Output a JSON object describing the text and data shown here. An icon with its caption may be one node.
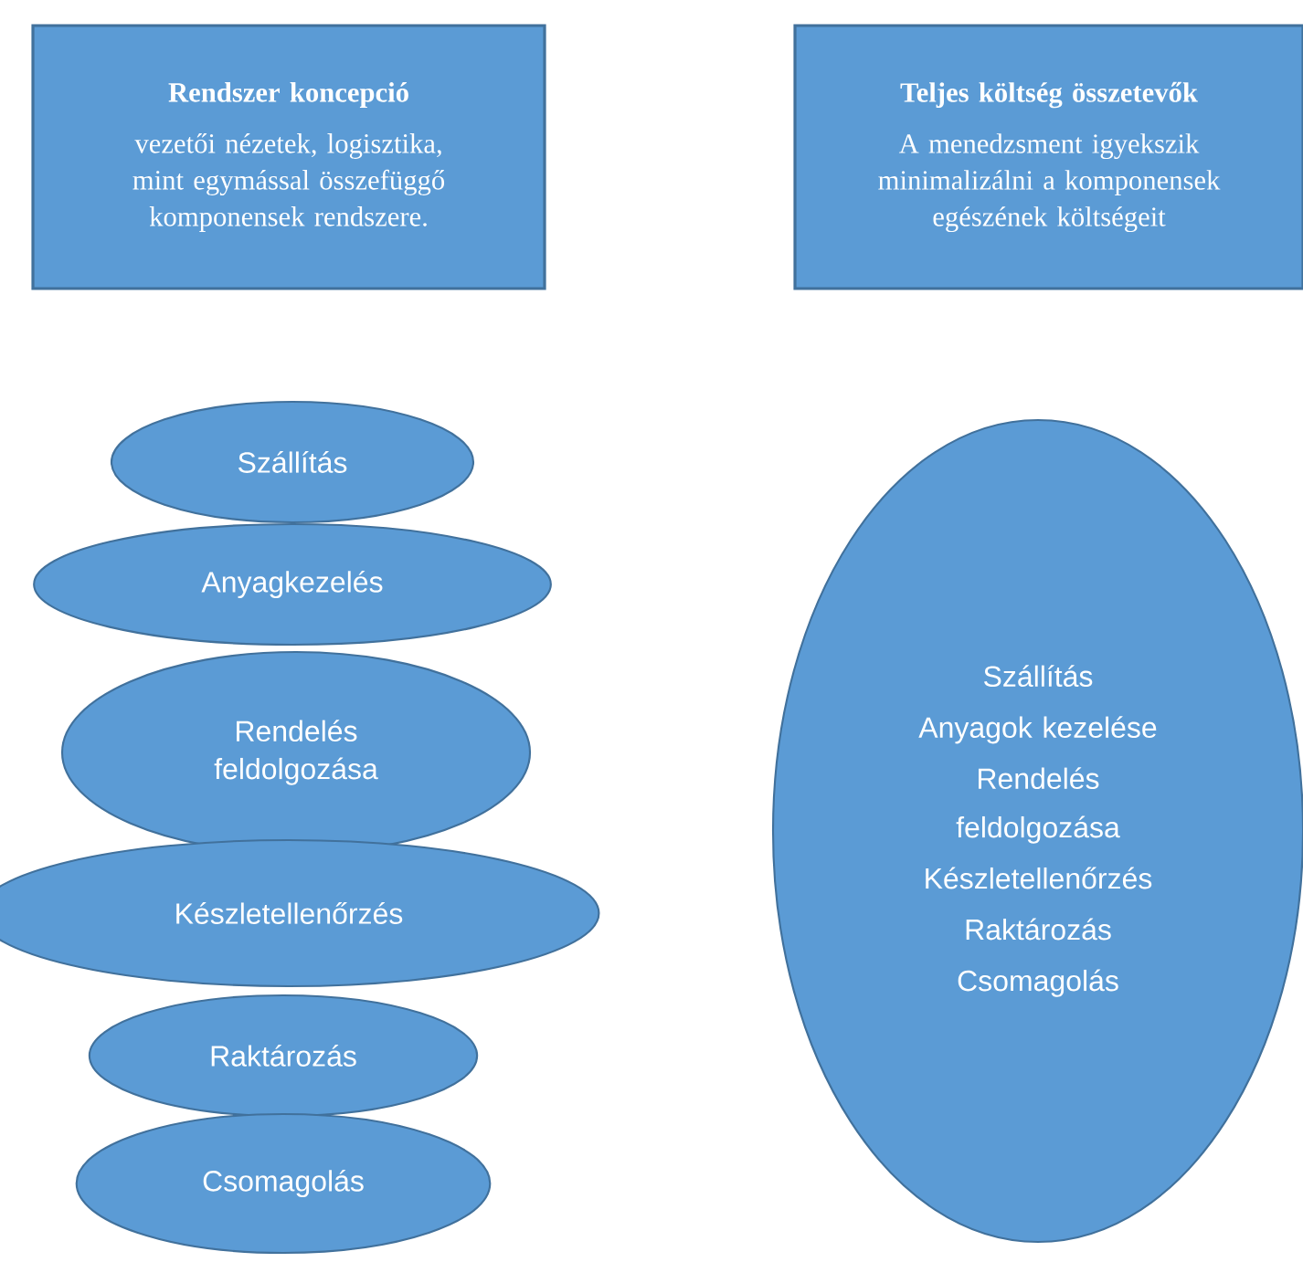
{
  "diagram": {
    "nodes": [
      {
        "text": [
          "Rendszer koncepció",
          "vezetői nézetek, logisztika, mint egymással összefüggő komponensek rendszere."
        ]
      },
      {
        "text": [
          "Teljes költség összetevők",
          "A menedzsment igyekszik minimalizálni a komponensek egészének költségeit"
        ]
      },
      {
        "text": [
          "Szállítás"
        ]
      },
      {
        "text": [
          "Anyagkezelés"
        ]
      },
      {
        "text": [
          "Rendelés feldolgozása"
        ]
      },
      {
        "text": [
          "Készletellenőrzés"
        ]
      },
      {
        "text": [
          "Raktározás"
        ]
      },
      {
        "text": [
          "Csomagolás"
        ]
      },
      {
        "text": [
          "Szállítás",
          "Anyagok kezelése",
          "Rendelés feldolgozása",
          "Készletellenőrzés",
          "Raktározás",
          "Csomagolás"
        ]
      }
    ]
  }
}
